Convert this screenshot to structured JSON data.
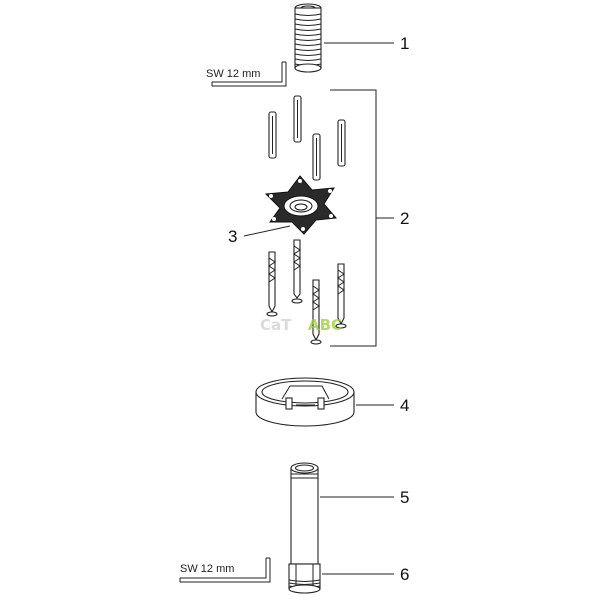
{
  "callouts": {
    "c1": "1",
    "c2": "2",
    "c3": "3",
    "c4": "4",
    "c5": "5",
    "c6": "6"
  },
  "wrench_labels": {
    "top": "SW 12 mm",
    "bottom": "SW 12 mm"
  },
  "watermark": {
    "text_a": "CaT",
    "text_b": "ABC",
    "accent_color": "#9acd32"
  }
}
